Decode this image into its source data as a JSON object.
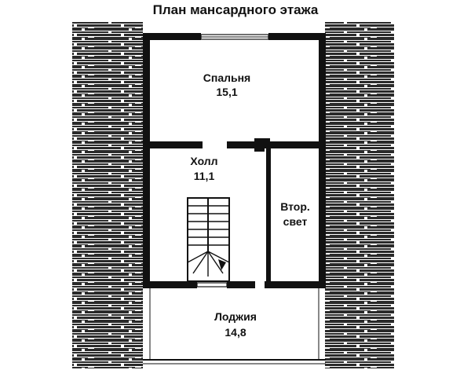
{
  "title": "План мансардного этажа",
  "rooms": {
    "bedroom": {
      "name": "Спальня",
      "area": "15,1"
    },
    "hall": {
      "name": "Холл",
      "area": "11,1"
    },
    "second_light": {
      "name_line1": "Втор.",
      "name_line2": "свет"
    },
    "loggia": {
      "name": "Лоджия",
      "area": "14,8"
    }
  },
  "colors": {
    "wall": "#111111",
    "roof": "#2a2a2a",
    "background": "#ffffff"
  }
}
